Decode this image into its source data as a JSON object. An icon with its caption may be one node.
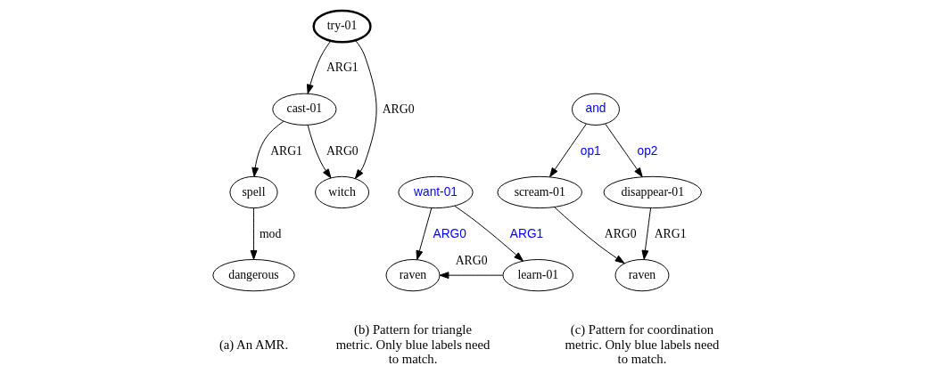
{
  "diagram": {
    "nodes": [
      {
        "text": [
          "try-01"
        ]
      },
      {
        "text": [
          "cast-01"
        ]
      },
      {
        "text": [
          "witch"
        ]
      },
      {
        "text": [
          "spell"
        ]
      },
      {
        "text": [
          "dangerous"
        ]
      },
      {
        "text": [
          "want-01"
        ]
      },
      {
        "text": [
          "raven"
        ]
      },
      {
        "text": [
          "learn-01"
        ]
      },
      {
        "text": [
          "and"
        ]
      },
      {
        "text": [
          "scream-01"
        ]
      },
      {
        "text": [
          "disappear-01"
        ]
      },
      {
        "text": [
          "raven"
        ]
      }
    ],
    "edges": [
      {
        "from": 0,
        "to": 1,
        "arrow": "to",
        "label": "ARG1"
      },
      {
        "from": 0,
        "to": 2,
        "arrow": "to",
        "label": "ARG0"
      },
      {
        "from": 1,
        "to": 2,
        "arrow": "to",
        "label": "ARG0"
      },
      {
        "from": 1,
        "to": 3,
        "arrow": "to",
        "label": "ARG1"
      },
      {
        "from": 3,
        "to": 4,
        "arrow": "to",
        "label": "mod"
      },
      {
        "from": 5,
        "to": 6,
        "arrow": "to",
        "label": "ARG0"
      },
      {
        "from": 5,
        "to": 7,
        "arrow": "to",
        "label": "ARG1"
      },
      {
        "from": 7,
        "to": 6,
        "arrow": "to",
        "label": "ARG0"
      },
      {
        "from": 8,
        "to": 9,
        "arrow": "to",
        "label": "op1"
      },
      {
        "from": 8,
        "to": 10,
        "arrow": "to",
        "label": "op2"
      },
      {
        "from": 9,
        "to": 11,
        "arrow": "to",
        "label": "ARG0"
      },
      {
        "from": 10,
        "to": 11,
        "arrow": "to",
        "label": "ARG1"
      }
    ],
    "labels": [
      "(a) An AMR.",
      "(b) Pattern for triangle metric. Only blue labels need to match.",
      "(c) Pattern for coordination metric. Only blue labels need to match."
    ]
  }
}
